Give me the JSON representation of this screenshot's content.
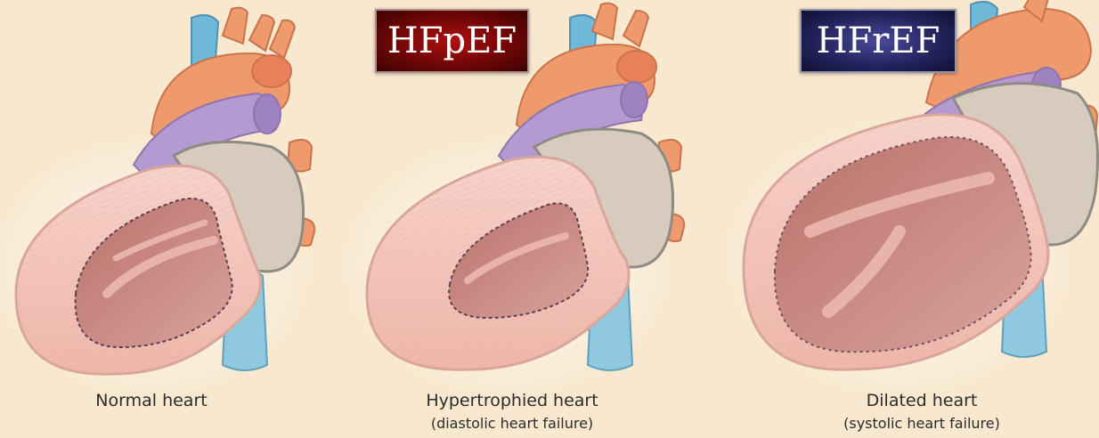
{
  "badges": {
    "hfpef": "HFpEF",
    "hfref": "HFrEF",
    "hfpef_color": "#8a0a0a",
    "hfref_color": "#1e1e55"
  },
  "panels": [
    {
      "title": "Normal heart",
      "subtitle": ""
    },
    {
      "title": "Hypertrophied heart",
      "subtitle": "(diastolic heart failure)"
    },
    {
      "title": "Dilated heart",
      "subtitle": "(systolic heart failure)"
    }
  ],
  "colors": {
    "background": "#f8e8cf",
    "myocardium": "#f4c6bd",
    "chamber": "#c98a84",
    "artery": "#ee9a6c",
    "vein": "#70b8d8",
    "pulmonary": "#b49ad0",
    "atrium": "#d6cbbd"
  }
}
